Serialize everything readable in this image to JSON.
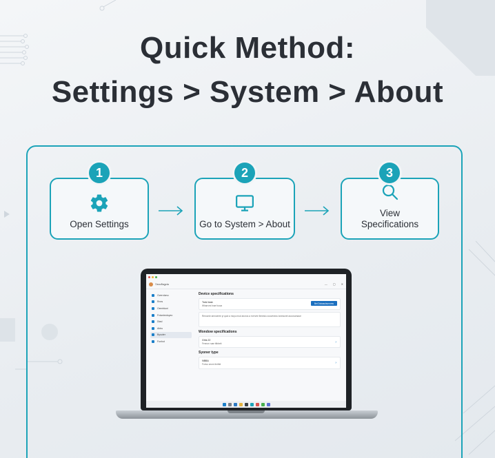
{
  "title": {
    "line1": "Quick Method:",
    "line2": "Settings > System > About"
  },
  "colors": {
    "accent": "#1ba3b8",
    "text": "#2b2f36",
    "background": "#eef1f4"
  },
  "steps": [
    {
      "number": "1",
      "label": "Open Settings",
      "icon": "gear-icon"
    },
    {
      "number": "2",
      "label": "Go to System > About",
      "icon": "monitor-icon"
    },
    {
      "number": "3",
      "label": "View Specifications",
      "icon": "magnifier-icon"
    }
  ],
  "laptop": {
    "screen": {
      "app_title": "Ξενοδοχείο",
      "window_controls": [
        "—",
        "▢",
        "✕"
      ],
      "sidebar": [
        "Overrdanu",
        "Rnns",
        "Oeenhioni",
        "Fvtantnrdoyeo",
        "Dtad",
        "Abhu",
        "Bysoter",
        "Fonhot"
      ],
      "device_spec_heading": "Device specifications",
      "device_card": {
        "line1": "Trekl leab",
        "line2": "Whanvmi Inae fouva",
        "button": "Bei Dokasulsonoms"
      },
      "device_note": "Rerocnie amnoeree yi quot a moyu mud anoros a rrvrrvee ltenesiu zouvenecs lonesunet aocovarnaoe",
      "windows_spec_heading": "Wondow specifications",
      "windows_card": {
        "line1": "Ghls 22",
        "line2": "Fennon ruae titbbeit"
      },
      "system_type_heading": "Syoner type",
      "system_card": {
        "line1": "NBBA",
        "line2": "Fonvu onom itnrfstt"
      }
    }
  }
}
